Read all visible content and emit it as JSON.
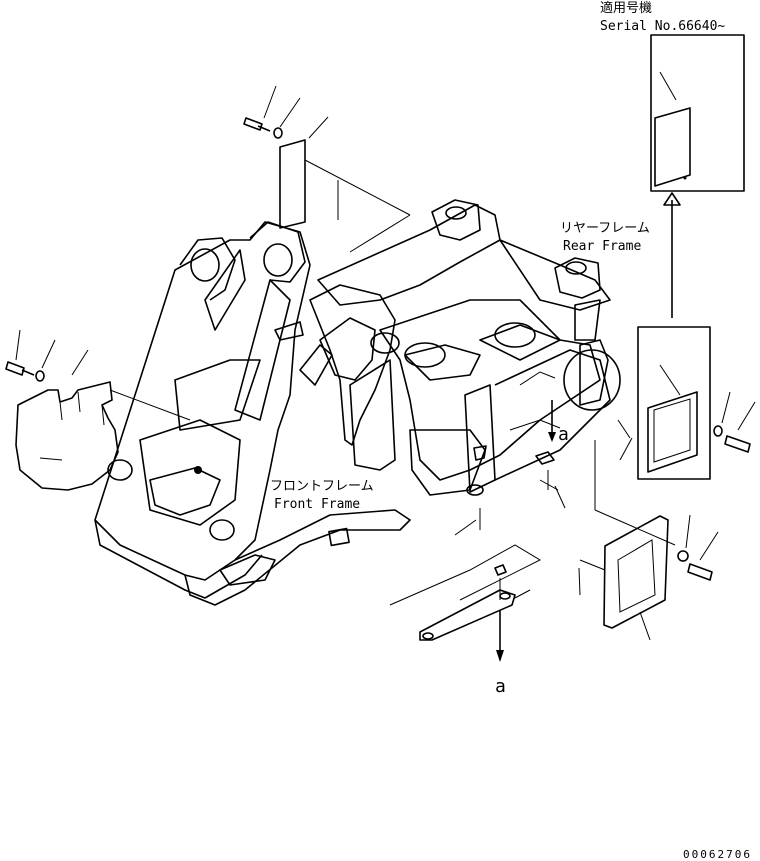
{
  "serial_box": {
    "jp_label": "適用号機",
    "serial_label": "Serial No.66640~"
  },
  "rear_frame": {
    "jp_label": "リヤーフレーム",
    "en_label": "Rear Frame"
  },
  "front_frame": {
    "jp_label": "フロントフレーム",
    "en_label": "Front Frame"
  },
  "arrow_labels": {
    "upper": "a",
    "lower": "a"
  },
  "drawing_number": "00062706"
}
